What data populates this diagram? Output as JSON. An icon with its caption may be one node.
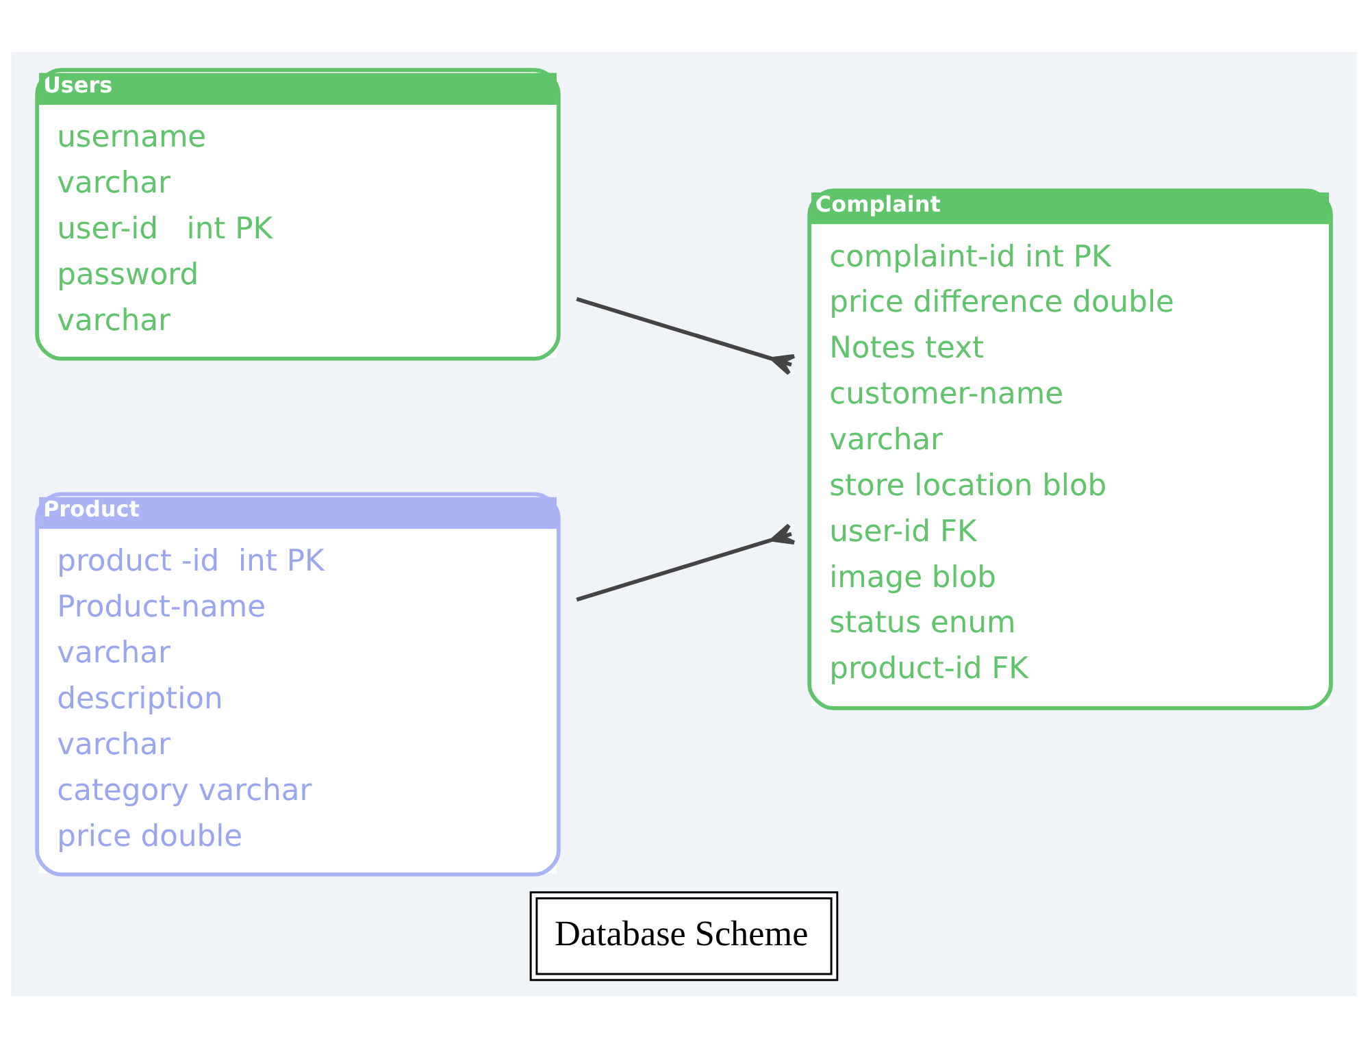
{
  "diagram": {
    "caption": "Database Scheme",
    "nodes": [
      {
        "text": [
          "Users",
          "username",
          "varchar",
          "user-id   int PK",
          "password",
          "varchar"
        ]
      },
      {
        "text": [
          "Complaint",
          "complaint-id int PK",
          "price difference double",
          "Notes text",
          "customer-name",
          "varchar",
          "store location blob",
          "user-id FK",
          "image blob",
          "status enum",
          "product-id FK"
        ]
      },
      {
        "text": [
          "Product",
          "product -id  int PK",
          "Product-name",
          "varchar",
          "description",
          "varchar",
          "category varchar",
          "price double"
        ]
      }
    ],
    "edges": [
      {
        "from": 0,
        "to": 1,
        "arrow": "other"
      },
      {
        "from": 2,
        "to": 1,
        "arrow": "other"
      }
    ]
  }
}
